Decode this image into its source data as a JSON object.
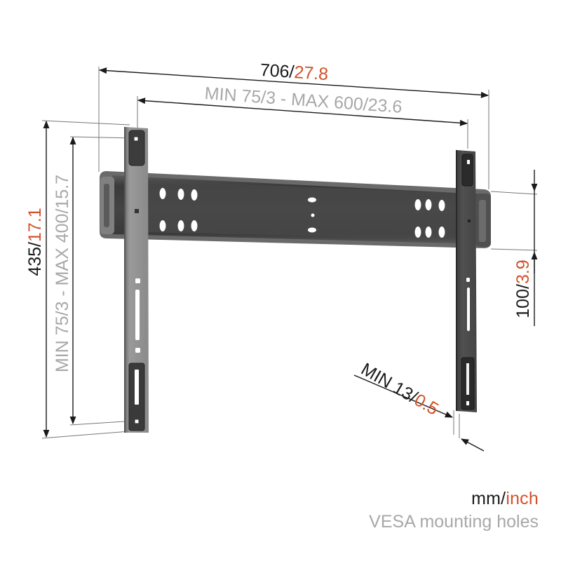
{
  "diagram": {
    "subject": "TV wall mount bracket",
    "colors": {
      "metric_text": "#1a1a1a",
      "imperial_text": "#d4522a",
      "vesa_text": "#a8a8a8",
      "bracket_body": "#8a8a8a",
      "bracket_dark": "#3a3a3a",
      "dimension_line": "#1a1a1a"
    },
    "dimensions": {
      "overall_width": {
        "mm": "706",
        "sep": "/",
        "inch": "27.8"
      },
      "vesa_horizontal": {
        "label": "MIN 75/3 - MAX 600/23.6"
      },
      "overall_height": {
        "mm": "435",
        "sep": "/",
        "inch": "17.1"
      },
      "vesa_vertical": {
        "label": "MIN 75/3 - MAX 400/15.7"
      },
      "crossbar_height": {
        "mm": "100",
        "sep": "/",
        "inch": "3.9"
      },
      "wall_distance": {
        "prefix": "MIN ",
        "mm": "13",
        "sep": "/",
        "inch": "0.5"
      }
    }
  },
  "legend": {
    "units_metric": "mm",
    "units_sep": "/",
    "units_imperial": "inch",
    "caption": "VESA mounting holes"
  }
}
